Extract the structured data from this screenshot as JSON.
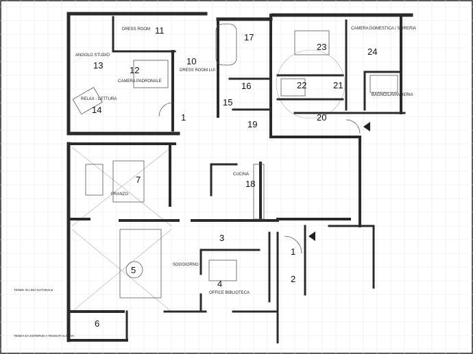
{
  "title": "Floor plan",
  "rooms": [
    {
      "number": "1",
      "name": ""
    },
    {
      "number": "1",
      "name": ""
    },
    {
      "number": "2",
      "name": ""
    },
    {
      "number": "3",
      "name": ""
    },
    {
      "number": "4",
      "name": "OFFICE BIBLIOTECA"
    },
    {
      "number": "5",
      "name": "SOGGIORNO"
    },
    {
      "number": "6",
      "name": ""
    },
    {
      "number": "7",
      "name": "PRANZO"
    },
    {
      "number": "10",
      "name": "DRESS ROOM LUI"
    },
    {
      "number": "11",
      "name": "DRESS ROOM"
    },
    {
      "number": "12",
      "name": "CAMERA PADRONALE"
    },
    {
      "number": "13",
      "name": "ANGOLO STUDIO"
    },
    {
      "number": "14",
      "name": "RELAX - LETTURA"
    },
    {
      "number": "15",
      "name": ""
    },
    {
      "number": "16",
      "name": ""
    },
    {
      "number": "17",
      "name": ""
    },
    {
      "number": "18",
      "name": "CUCINA"
    },
    {
      "number": "19",
      "name": ""
    },
    {
      "number": "20",
      "name": ""
    },
    {
      "number": "21",
      "name": ""
    },
    {
      "number": "22",
      "name": ""
    },
    {
      "number": "23",
      "name": ""
    },
    {
      "number": "24",
      "name": "CAMERA DOMESTICA / STIRERIA"
    }
  ],
  "extra_labels": {
    "bagno": "BAGNO/LAVANDERIA",
    "tenda": "TENDE IN LINO NATURALE",
    "tenda2": "TENDA DA ESTERNO A TESSUTI ALCOVA"
  }
}
